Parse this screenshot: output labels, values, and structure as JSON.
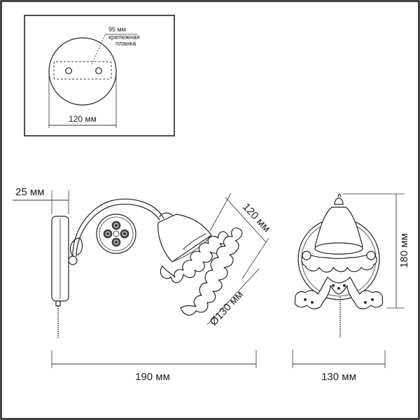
{
  "mount_plate": {
    "plate_label_width": "95 мм",
    "plate_label_name_line1": "крепежная",
    "plate_label_name_line2": "планка",
    "base_diameter_label": "120 мм"
  },
  "side_view": {
    "arm_offset_label": "25 мм",
    "shade_height_label": "120 мм",
    "shade_diameter_label": "Ø130 мм",
    "total_length_label": "190 мм"
  },
  "front_view": {
    "height_label": "180 мм",
    "width_label": "130 мм"
  },
  "colors": {
    "line": "#222222",
    "frame": "#222222",
    "background": "#ffffff"
  }
}
